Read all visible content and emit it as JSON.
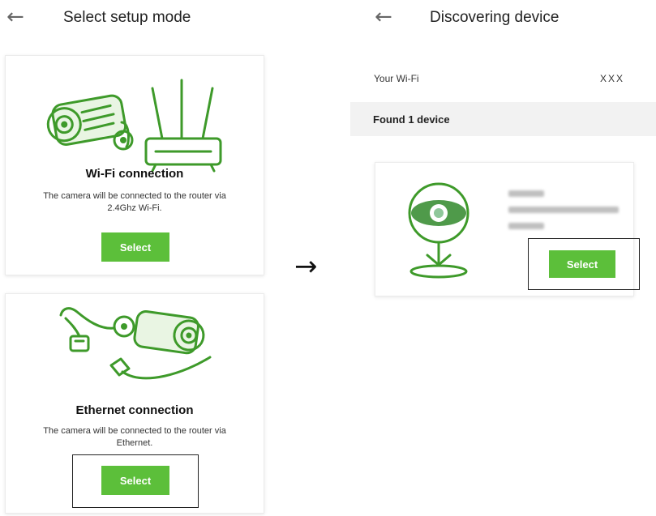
{
  "colors": {
    "accent": "#5cbf3a",
    "illustration": "#3e9a2a"
  },
  "icons": {
    "back": "arrow-left-icon",
    "flow": "arrow-right-icon",
    "wifi_card": "camera-and-router-illustration",
    "ethernet_card": "camera-and-cable-illustration",
    "device": "indoor-camera-illustration"
  },
  "left_screen": {
    "back_glyph": "←",
    "title": "Select setup mode",
    "wifi_card": {
      "title": "Wi-Fi connection",
      "description": "The camera will be connected to the router via 2.4Ghz Wi-Fi.",
      "button": "Select"
    },
    "ethernet_card": {
      "title": "Ethernet connection",
      "description": "The camera will be connected to the router via Ethernet.",
      "button": "Select"
    }
  },
  "flow_arrow": "→",
  "right_screen": {
    "back_glyph": "←",
    "title": "Discovering device",
    "wifi": {
      "label": "Your Wi-Fi",
      "value": "XXX"
    },
    "found_label": "Found 1 device",
    "device_card": {
      "button": "Select"
    }
  }
}
